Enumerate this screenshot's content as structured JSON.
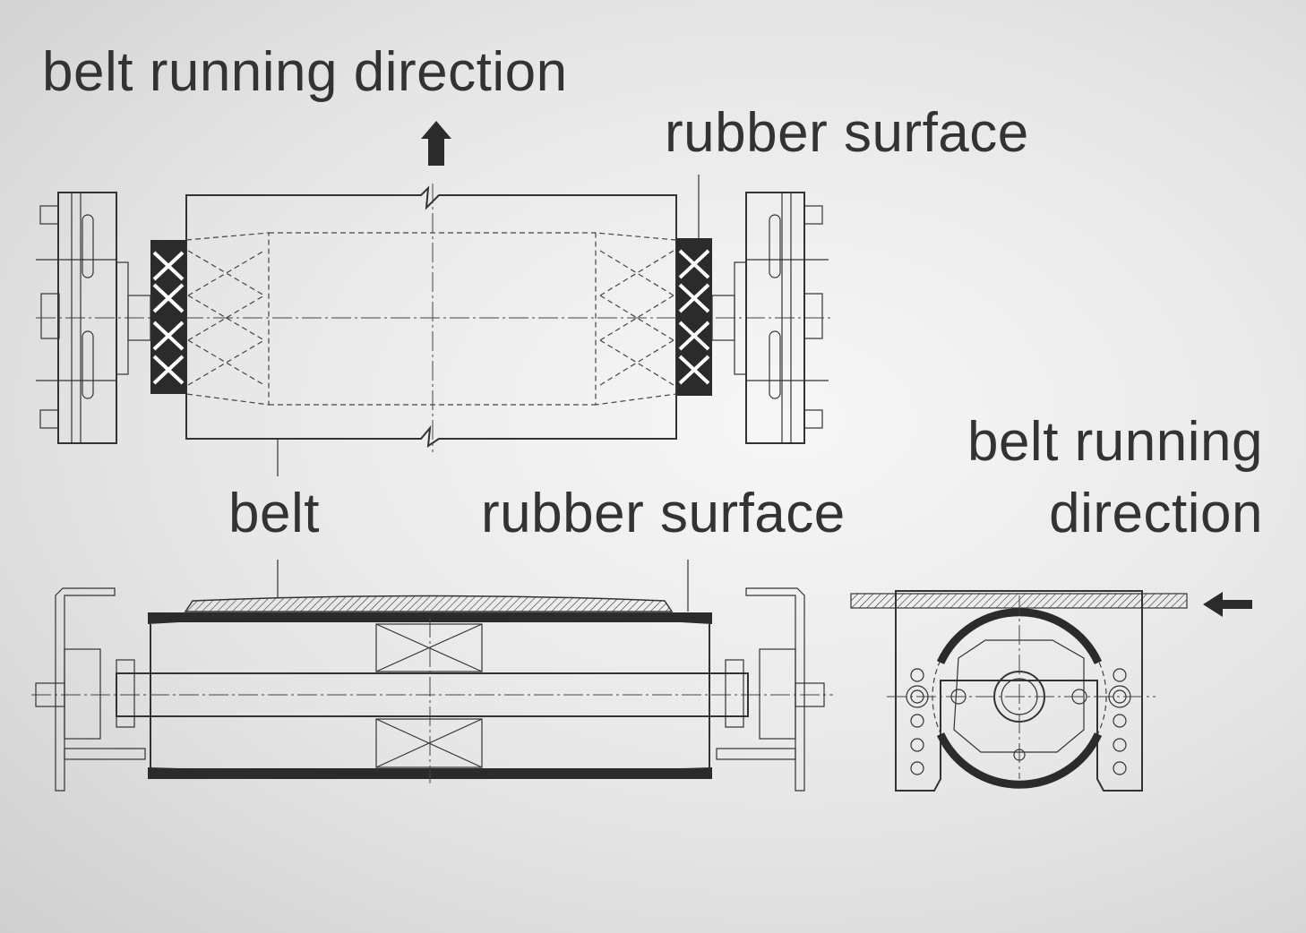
{
  "labels": {
    "top_direction": "belt running direction",
    "top_rubber": "rubber surface",
    "belt": "belt",
    "bottom_rubber": "rubber surface",
    "side_direction_line1": "belt running",
    "side_direction_line2": "direction"
  },
  "colors": {
    "ink": "#333333",
    "rubber": "#2b2b2b"
  }
}
